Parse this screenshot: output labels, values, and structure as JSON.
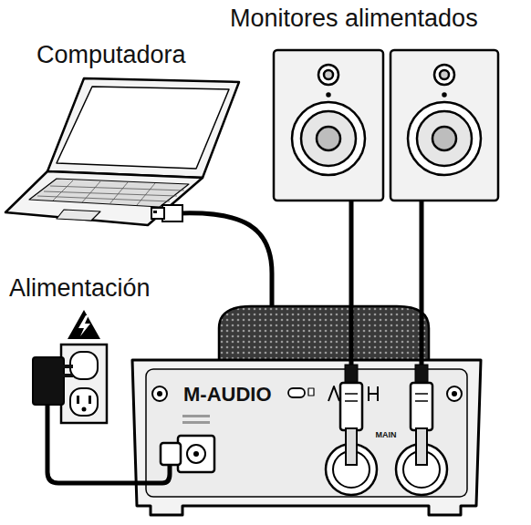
{
  "diagram": {
    "labels": [
      "Monitores alimentados",
      "Computadora",
      "Alimentación",
      "M-AUDIO",
      "MAIN"
    ]
  }
}
